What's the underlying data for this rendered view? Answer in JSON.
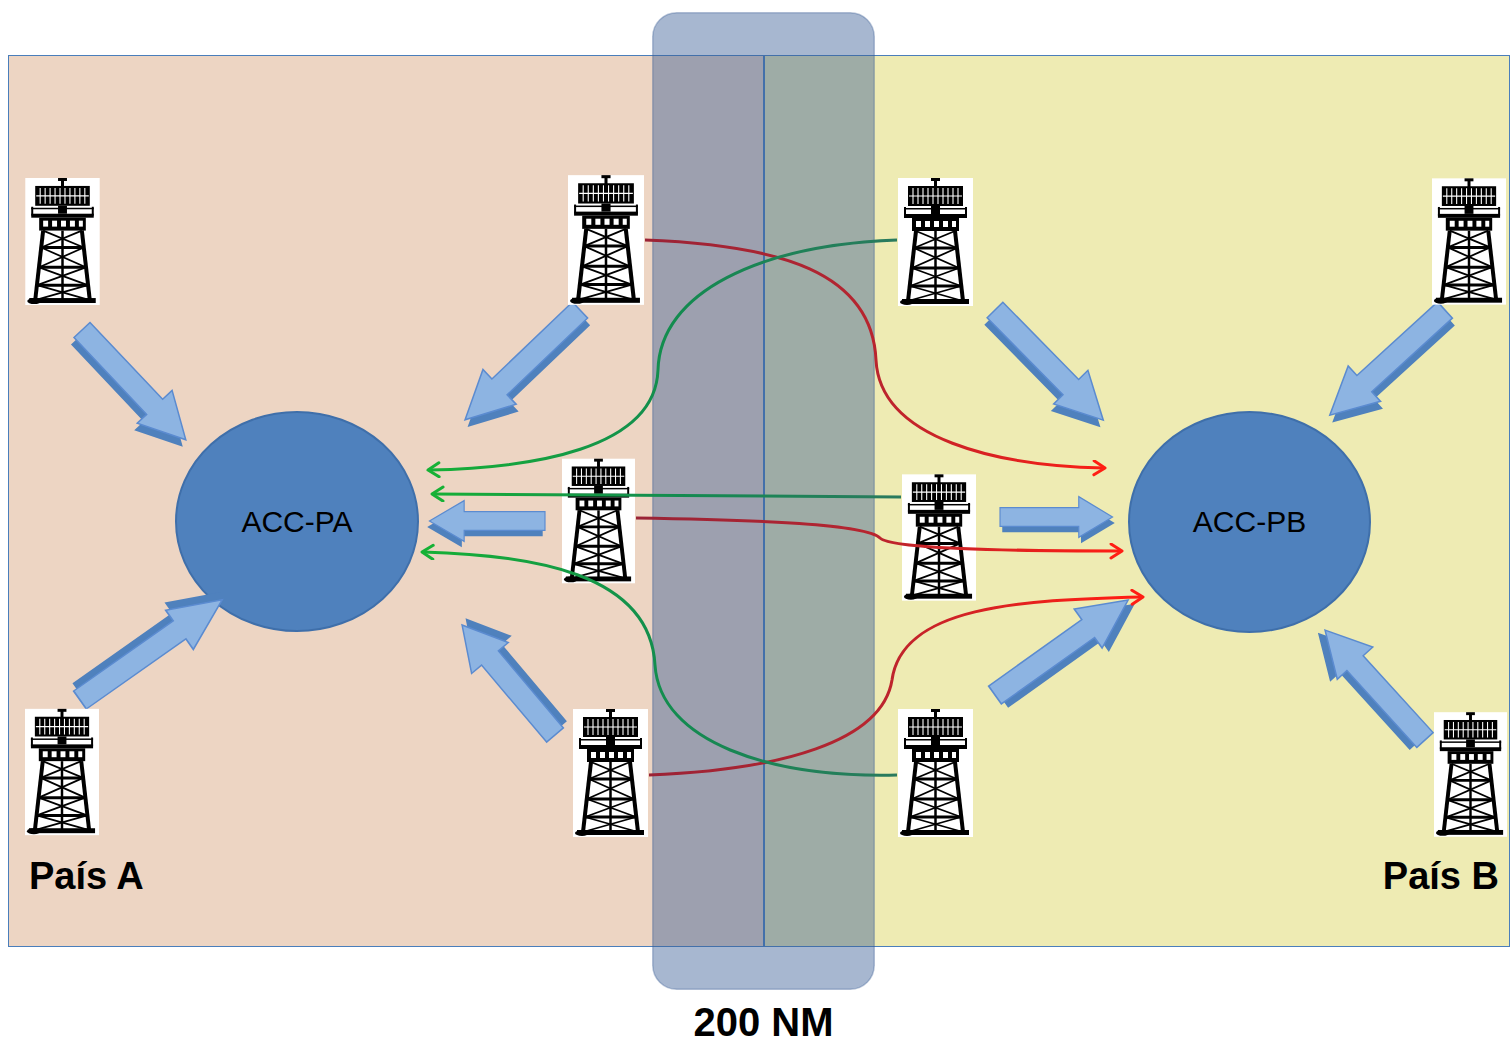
{
  "diagram": {
    "nodes": [
      {
        "text": [
          "País A"
        ]
      },
      {
        "text": [
          "ACC-PA"
        ],
        "in": 0
      },
      {
        "text": [
          "País B"
        ]
      },
      {
        "text": [
          "ACC-PB"
        ],
        "in": 2
      },
      {
        "text": [
          "200 NM"
        ]
      }
    ]
  }
}
